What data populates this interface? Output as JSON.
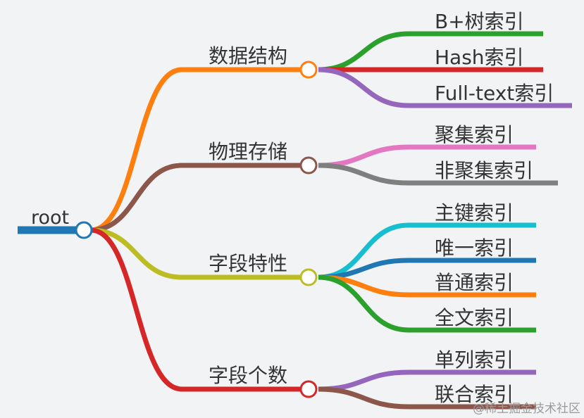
{
  "root": {
    "label": "root",
    "color": "#1f77b4"
  },
  "branches": [
    {
      "label": "数据结构",
      "color": "#ff7f0e",
      "children": [
        {
          "label": "B+树索引",
          "color": "#2ca02c"
        },
        {
          "label": "Hash索引",
          "color": "#d62728"
        },
        {
          "label": "Full-text索引",
          "color": "#9467bd"
        }
      ]
    },
    {
      "label": "物理存储",
      "color": "#8c564b",
      "children": [
        {
          "label": "聚集索引",
          "color": "#e377c2"
        },
        {
          "label": "非聚集索引",
          "color": "#7f7f7f"
        }
      ]
    },
    {
      "label": "字段特性",
      "color": "#bcbd22",
      "children": [
        {
          "label": "主键索引",
          "color": "#17becf"
        },
        {
          "label": "唯一索引",
          "color": "#1f77b4"
        },
        {
          "label": "普通索引",
          "color": "#ff7f0e"
        },
        {
          "label": "全文索引",
          "color": "#2ca02c"
        }
      ]
    },
    {
      "label": "字段个数",
      "color": "#d62728",
      "children": [
        {
          "label": "单列索引",
          "color": "#9467bd"
        },
        {
          "label": "联合索引",
          "color": "#8c564b"
        }
      ]
    }
  ],
  "watermark": "@稀土掘金技术社区"
}
